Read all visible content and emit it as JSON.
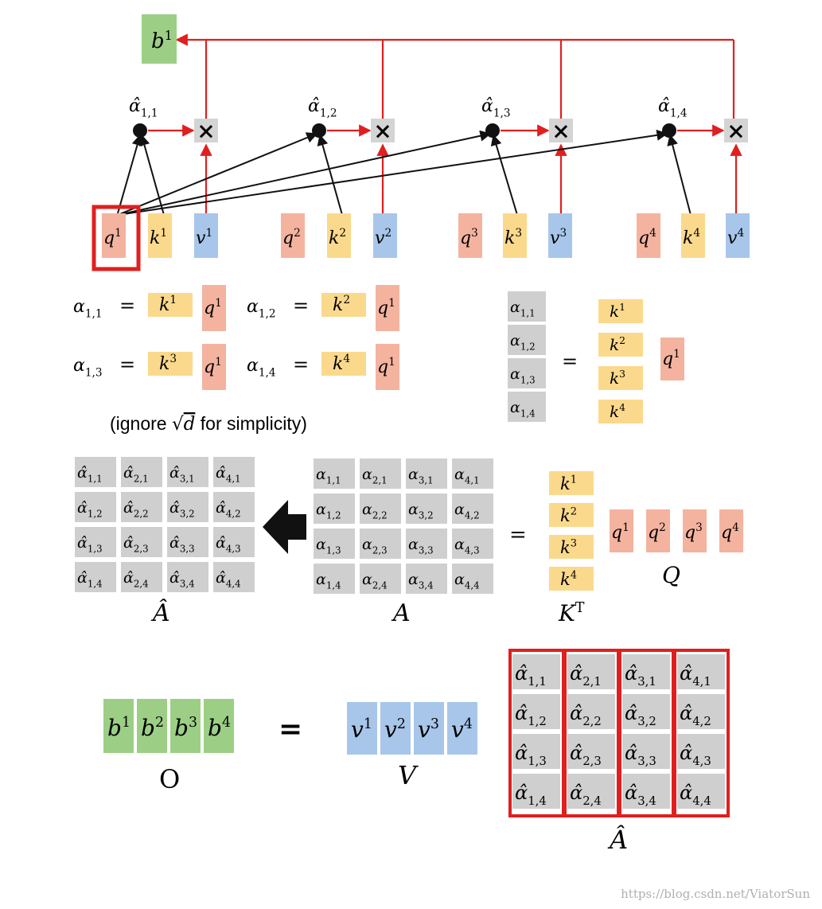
{
  "top": {
    "b_out": {
      "base": "b",
      "sup": "1"
    },
    "alpha_hats": [
      {
        "base": "α̂",
        "sub": "1,1"
      },
      {
        "base": "α̂",
        "sub": "1,2"
      },
      {
        "base": "α̂",
        "sub": "1,3"
      },
      {
        "base": "α̂",
        "sub": "1,4"
      }
    ],
    "times_symbol": "×",
    "groups": [
      [
        {
          "base": "q",
          "sup": "1"
        },
        {
          "base": "k",
          "sup": "1"
        },
        {
          "base": "v",
          "sup": "1"
        }
      ],
      [
        {
          "base": "q",
          "sup": "2"
        },
        {
          "base": "k",
          "sup": "2"
        },
        {
          "base": "v",
          "sup": "2"
        }
      ],
      [
        {
          "base": "q",
          "sup": "3"
        },
        {
          "base": "k",
          "sup": "3"
        },
        {
          "base": "v",
          "sup": "3"
        }
      ],
      [
        {
          "base": "q",
          "sup": "4"
        },
        {
          "base": "k",
          "sup": "4"
        },
        {
          "base": "v",
          "sup": "4"
        }
      ]
    ]
  },
  "equations": [
    {
      "lhs": {
        "base": "α",
        "sub": "1,1"
      },
      "eq": "=",
      "k": {
        "base": "k",
        "sup": "1"
      },
      "q": {
        "base": "q",
        "sup": "1"
      }
    },
    {
      "lhs": {
        "base": "α",
        "sub": "1,2"
      },
      "eq": "=",
      "k": {
        "base": "k",
        "sup": "2"
      },
      "q": {
        "base": "q",
        "sup": "1"
      }
    },
    {
      "lhs": {
        "base": "α",
        "sub": "1,3"
      },
      "eq": "=",
      "k": {
        "base": "k",
        "sup": "3"
      },
      "q": {
        "base": "q",
        "sup": "1"
      }
    },
    {
      "lhs": {
        "base": "α",
        "sub": "1,4"
      },
      "eq": "=",
      "k": {
        "base": "k",
        "sup": "4"
      },
      "q": {
        "base": "q",
        "sup": "1"
      }
    }
  ],
  "note": {
    "prefix": "(ignore ",
    "sqrt": "√",
    "var": "d",
    "suffix": " for simplicity)"
  },
  "vector_form": {
    "alphas": [
      {
        "base": "α",
        "sub": "1,1"
      },
      {
        "base": "α",
        "sub": "1,2"
      },
      {
        "base": "α",
        "sub": "1,3"
      },
      {
        "base": "α",
        "sub": "1,4"
      }
    ],
    "eq": "=",
    "keys": [
      {
        "base": "k",
        "sup": "1"
      },
      {
        "base": "k",
        "sup": "2"
      },
      {
        "base": "k",
        "sup": "3"
      },
      {
        "base": "k",
        "sup": "4"
      }
    ],
    "q": {
      "base": "q",
      "sup": "1"
    }
  },
  "matrix_form": {
    "a_hat_label": "Â",
    "a_label": "A",
    "kt_label": {
      "base": "K",
      "sup": "T"
    },
    "q_label": "Q",
    "eq": "=",
    "keys": [
      {
        "base": "k",
        "sup": "1"
      },
      {
        "base": "k",
        "sup": "2"
      },
      {
        "base": "k",
        "sup": "3"
      },
      {
        "base": "k",
        "sup": "4"
      }
    ],
    "queries": [
      {
        "base": "q",
        "sup": "1"
      },
      {
        "base": "q",
        "sup": "2"
      },
      {
        "base": "q",
        "sup": "3"
      },
      {
        "base": "q",
        "sup": "4"
      }
    ]
  },
  "output_form": {
    "b": [
      {
        "base": "b",
        "sup": "1"
      },
      {
        "base": "b",
        "sup": "2"
      },
      {
        "base": "b",
        "sup": "3"
      },
      {
        "base": "b",
        "sup": "4"
      }
    ],
    "o_label": "O",
    "eq": "=",
    "v": [
      {
        "base": "v",
        "sup": "1"
      },
      {
        "base": "v",
        "sup": "2"
      },
      {
        "base": "v",
        "sup": "3"
      },
      {
        "base": "v",
        "sup": "4"
      }
    ],
    "v_label": "V",
    "a_hat_label": "Â"
  },
  "watermark": "https://blog.csdn.net/ViatorSun",
  "colors": {
    "q": "#f4b39f",
    "k": "#fbd98c",
    "v": "#a8c6ea",
    "b": "#9ccf85",
    "gray": "#cfcfcf",
    "red": "#e01f1f",
    "black": "#111111"
  }
}
